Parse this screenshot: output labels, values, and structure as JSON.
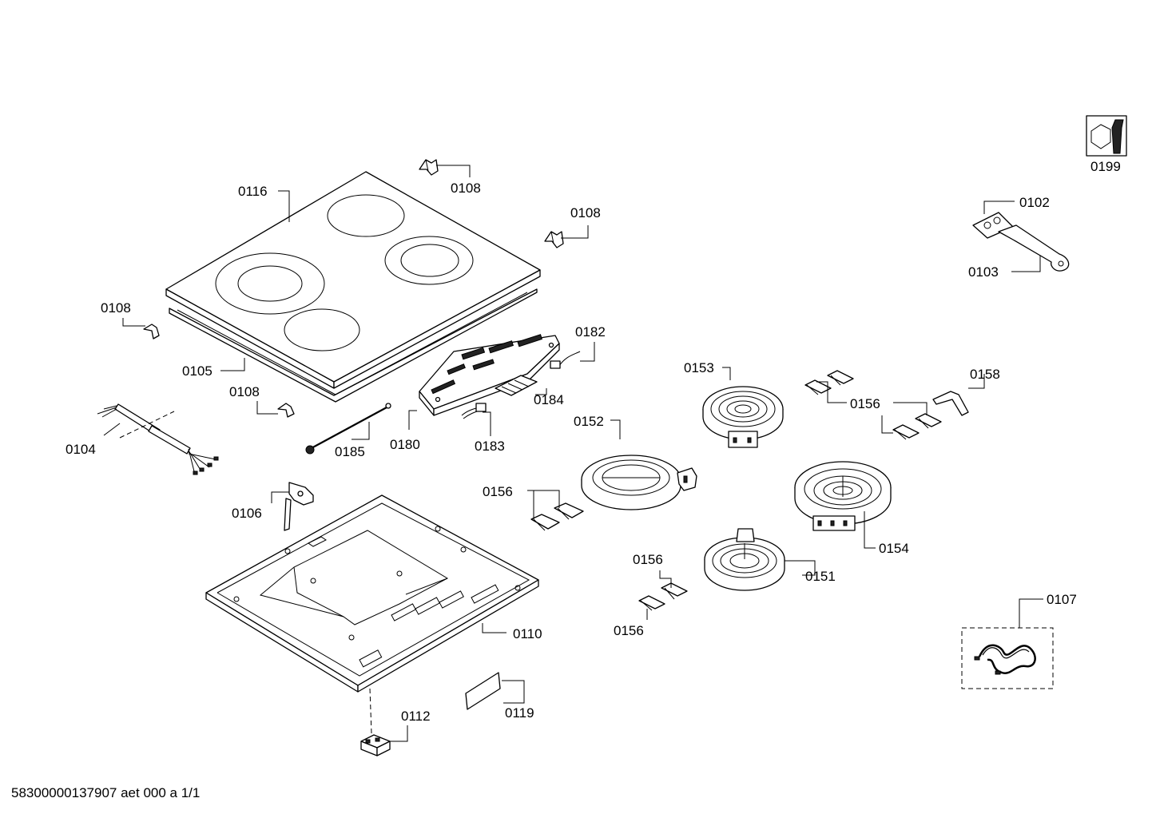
{
  "drawing_number": "58300000137907 aet 000 a 1/1",
  "parts": {
    "p0116": "0116",
    "p0108a": "0108",
    "p0108b": "0108",
    "p0108c": "0108",
    "p0108d": "0108",
    "p0105": "0105",
    "p0104": "0104",
    "p0185": "0185",
    "p0180": "0180",
    "p0182": "0182",
    "p0184": "0184",
    "p0183": "0183",
    "p0106": "0106",
    "p0110": "0110",
    "p0112": "0112",
    "p0119": "0119",
    "p0152": "0152",
    "p0153": "0153",
    "p0154": "0154",
    "p0151": "0151",
    "p0156a": "0156",
    "p0156b": "0156",
    "p0156c": "0156",
    "p0156d": "0156",
    "p0158": "0158",
    "p0102": "0102",
    "p0103": "0103",
    "p0199": "0199",
    "p0107": "0107"
  }
}
